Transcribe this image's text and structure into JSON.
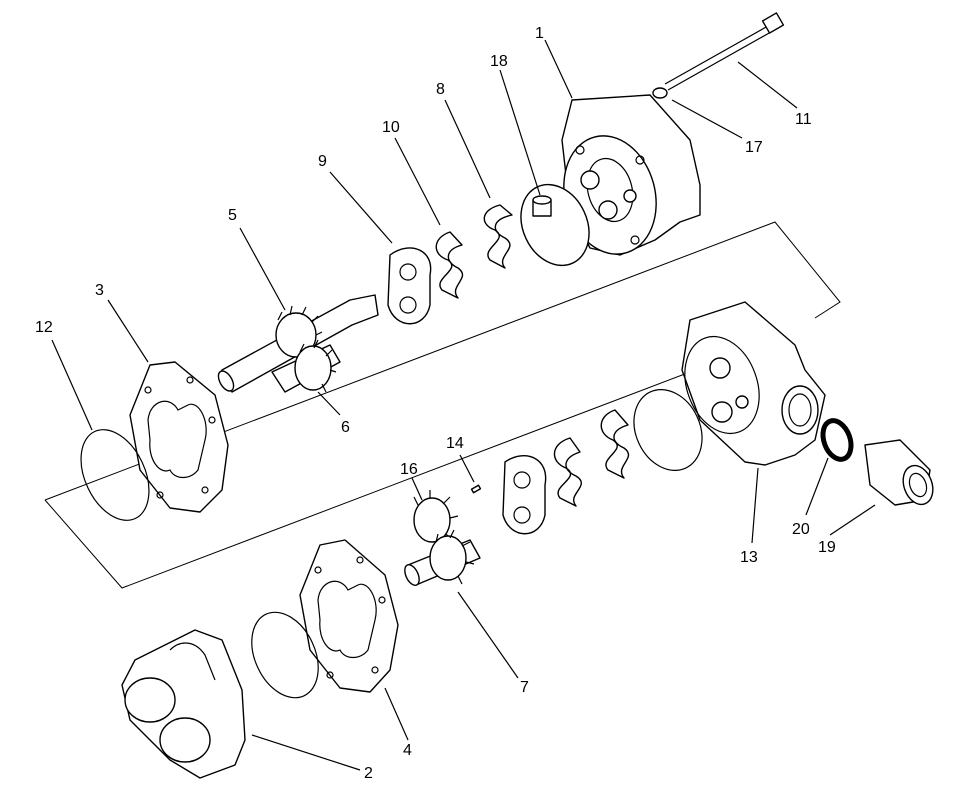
{
  "callouts": {
    "c1": "1",
    "c2": "2",
    "c3": "3",
    "c4": "4",
    "c5": "5",
    "c6": "6",
    "c7": "7",
    "c8": "8",
    "c9": "9",
    "c10": "10",
    "c11": "11",
    "c12": "12",
    "c13": "13",
    "c14": "14",
    "c16": "16",
    "c17": "17",
    "c18": "18",
    "c19": "19",
    "c20": "20"
  },
  "colors": {
    "line": "#000000",
    "background": "#ffffff"
  }
}
